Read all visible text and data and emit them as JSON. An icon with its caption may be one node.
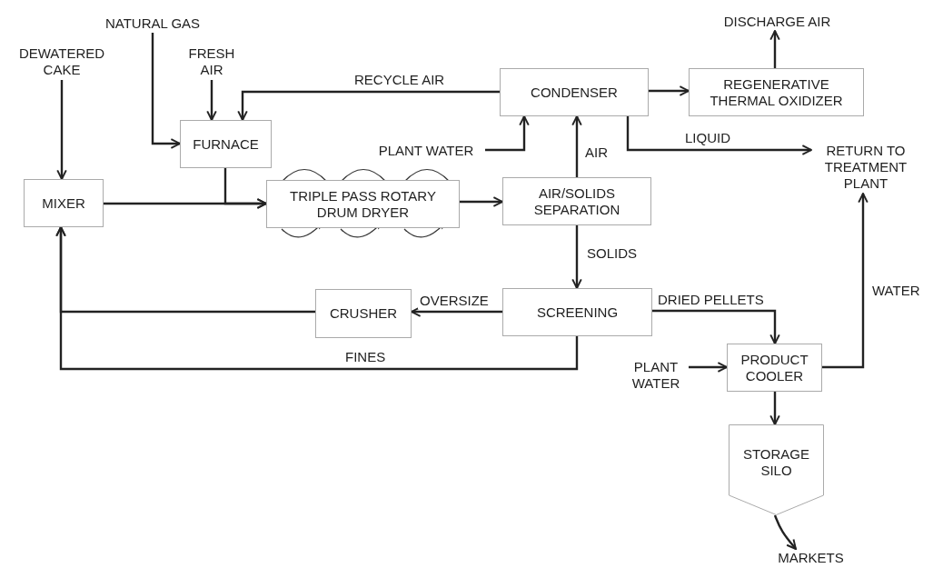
{
  "diagram": {
    "nodes": [
      {
        "text": [
          "NATURAL GAS"
        ]
      },
      {
        "text": [
          "DEWATERED CAKE"
        ]
      },
      {
        "text": [
          "FRESH AIR"
        ]
      },
      {
        "text": [
          "FURNACE"
        ]
      },
      {
        "text": [
          "MIXER"
        ]
      },
      {
        "text": [
          "TRIPLE PASS ROTARY DRUM DRYER"
        ]
      },
      {
        "text": [
          "CONDENSER"
        ]
      },
      {
        "text": [
          "REGENERATIVE THERMAL OXIDIZER"
        ]
      },
      {
        "text": [
          "DISCHARGE AIR"
        ]
      },
      {
        "text": [
          "PLANT WATER"
        ]
      },
      {
        "text": [
          "AIR/SOLIDS SEPARATION"
        ]
      },
      {
        "text": [
          "RETURN TO TREATMENT PLANT"
        ]
      },
      {
        "text": [
          "CRUSHER"
        ]
      },
      {
        "text": [
          "SCREENING"
        ]
      },
      {
        "text": [
          "PRODUCT COOLER"
        ]
      },
      {
        "text": [
          "PLANT WATER"
        ]
      },
      {
        "text": [
          "STORAGE SILO"
        ]
      },
      {
        "text": [
          "MARKETS"
        ]
      }
    ],
    "edges": [
      {
        "from": 1,
        "to": 4,
        "arrow": "to"
      },
      {
        "from": 0,
        "to": 3,
        "arrow": "to"
      },
      {
        "from": 2,
        "to": 3,
        "arrow": "to"
      },
      {
        "from": 6,
        "to": 3,
        "arrow": "to",
        "label": "RECYCLE AIR"
      },
      {
        "from": 3,
        "to": 5,
        "arrow": "to"
      },
      {
        "from": 4,
        "to": 5,
        "arrow": "to"
      },
      {
        "from": 5,
        "to": 10,
        "arrow": "to"
      },
      {
        "from": 10,
        "to": 6,
        "arrow": "to",
        "label": "AIR"
      },
      {
        "from": 9,
        "to": 6,
        "arrow": "to"
      },
      {
        "from": 6,
        "to": 7,
        "arrow": "to"
      },
      {
        "from": 7,
        "to": 8,
        "arrow": "to"
      },
      {
        "from": 6,
        "to": 11,
        "arrow": "to",
        "label": "LIQUID"
      },
      {
        "from": 10,
        "to": 13,
        "arrow": "to",
        "label": "SOLIDS"
      },
      {
        "from": 13,
        "to": 12,
        "arrow": "to",
        "label": "OVERSIZE"
      },
      {
        "from": 12,
        "to": 4,
        "arrow": "to"
      },
      {
        "from": 13,
        "to": 4,
        "arrow": "to",
        "label": "FINES"
      },
      {
        "from": 13,
        "to": 14,
        "arrow": "to",
        "label": "DRIED PELLETS"
      },
      {
        "from": 15,
        "to": 14,
        "arrow": "to"
      },
      {
        "from": 14,
        "to": 11,
        "arrow": "to",
        "label": "WATER"
      },
      {
        "from": 14,
        "to": 16,
        "arrow": "to"
      },
      {
        "from": 16,
        "to": 17,
        "arrow": "to"
      }
    ]
  }
}
